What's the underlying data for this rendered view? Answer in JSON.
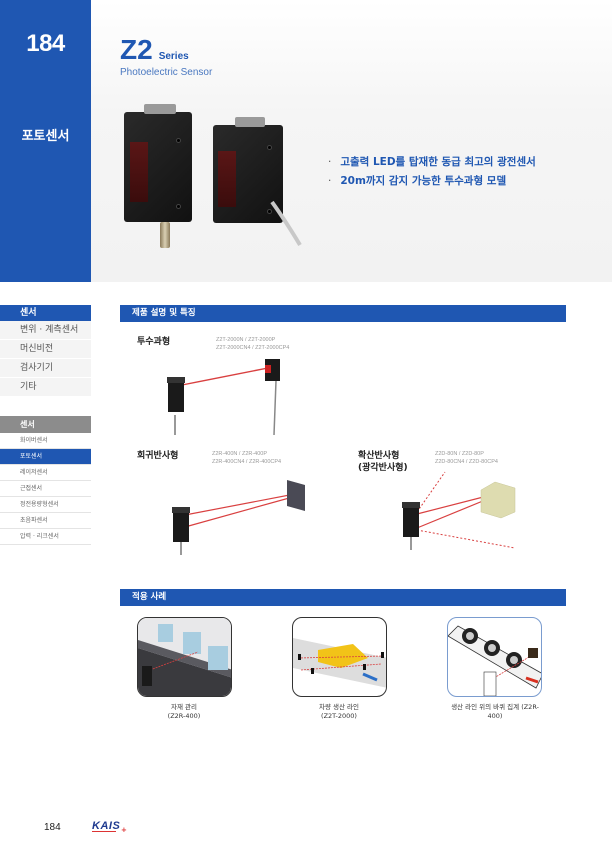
{
  "header": {
    "page_number": "184",
    "category": "포토센서",
    "title": "Z2",
    "series_label": "Series",
    "subtitle": "Photoelectric Sensor",
    "bullets": [
      "고출력 LED를 탑재한 동급 최고의 광전센서",
      "20m까지 감지 가능한 투수과형 모델"
    ]
  },
  "nav_primary": {
    "head": "센서",
    "items": [
      "변위 · 계측센서",
      "머신비전",
      "검사기기",
      "기타"
    ]
  },
  "nav_secondary": {
    "head": "센서",
    "items": [
      "화이버센서",
      "포토센서",
      "레이저센서",
      "근접센서",
      "정전용량형센서",
      "초음파센서",
      "압력 · 리크센서"
    ],
    "active_index": 1
  },
  "features": {
    "section_title": "제품 설명 및 특징",
    "types": [
      {
        "label": "투수과형",
        "models": [
          "Z2T-2000N / Z2T-2000P",
          "Z2T-2000CN4 / Z2T-2000CP4"
        ]
      },
      {
        "label": "회귀반사형",
        "models": [
          "Z2R-400N / Z2R-400P",
          "Z2R-400CN4 / Z2R-400CP4"
        ]
      },
      {
        "label": "확산반사형\n(광각반사형)",
        "label_line1": "확산반사형",
        "label_line2": "(광각반사형)",
        "models": [
          "Z2D-80N / Z2D-80P",
          "Z2D-80CN4 / Z2D-80CP4"
        ]
      }
    ]
  },
  "applications": {
    "section_title": "적용 사례",
    "cases": [
      {
        "caption_line1": "자재 관리",
        "caption_line2": "(Z2R-400)"
      },
      {
        "caption_line1": "차량 생산 라인",
        "caption_line2": "(Z2T-2000)"
      },
      {
        "caption_line1": "생산 라인 위의 바퀴 집계 (Z2R-",
        "caption_line2": "400)"
      }
    ]
  },
  "footer": {
    "page_number": "184",
    "logo": "KAIS"
  },
  "colors": {
    "brand_blue": "#1f57b2",
    "beam_red": "#d94040",
    "nav_gray": "#8c8c8c"
  }
}
